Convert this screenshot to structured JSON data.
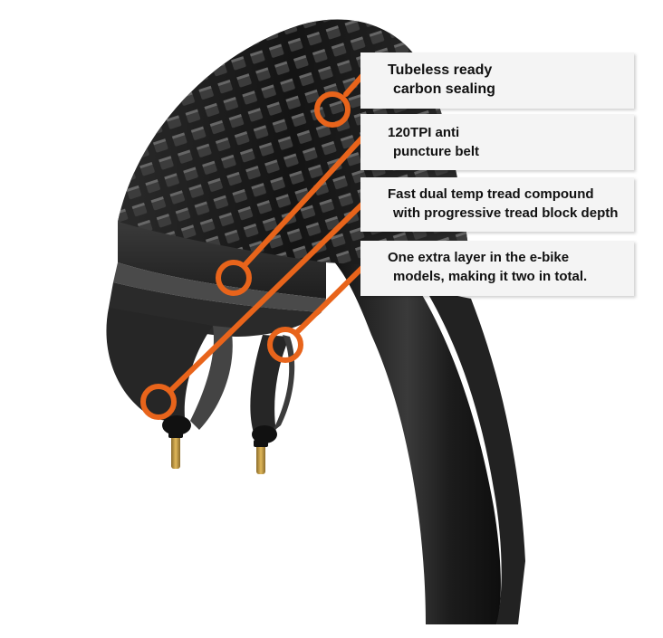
{
  "colors": {
    "accent": "#e8641b",
    "callout_background": "#f4f4f4",
    "tire": "#1b1b1b"
  },
  "callouts": [
    {
      "line1": "Tubeless ready",
      "line2": "carbon sealing"
    },
    {
      "line1": "120TPI anti",
      "line2": "puncture belt"
    },
    {
      "line1": "Fast dual temp tread compound",
      "line2": "with progressive tread block depth"
    },
    {
      "line1": "One extra layer in the e-bike",
      "line2": "models, making it two in total."
    }
  ]
}
